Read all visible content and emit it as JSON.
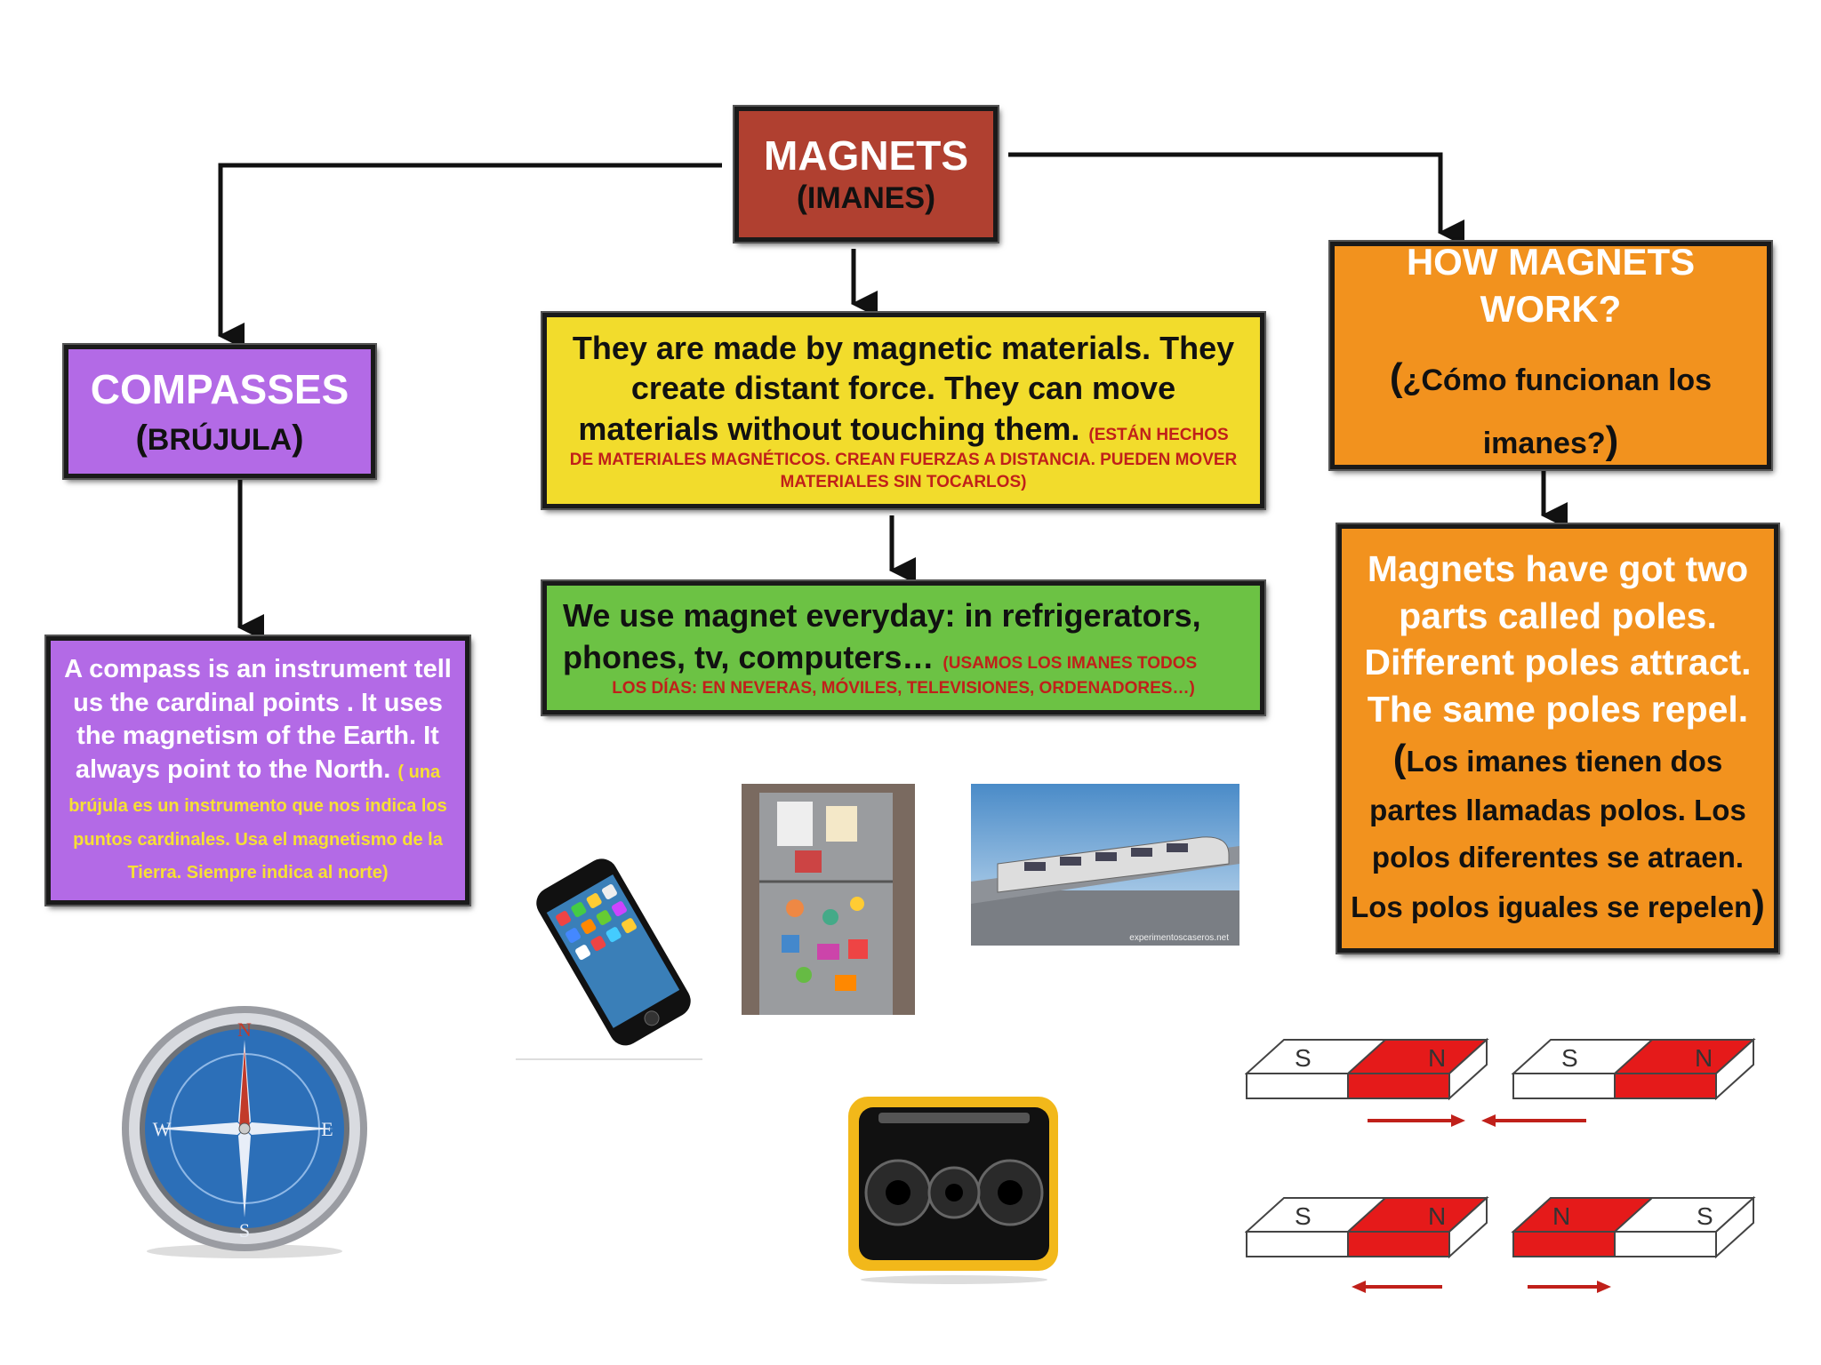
{
  "title": {
    "main": "MAGNETS",
    "sub": "IMANES"
  },
  "compasses": {
    "title": "COMPASSES",
    "sub": "BRÚJULA"
  },
  "how": {
    "title": "HOW MAGNETS WORK?",
    "sub": "¿Cómo funcionan los imanes?"
  },
  "made_of": {
    "english": "They are made by magnetic materials. They create distant force. They can move materials without touching them.",
    "spanish_a": "(ESTÁN HECHOS",
    "spanish_b": "DE MATERIALES MAGNÉTICOS. CREAN FUERZAS A DISTANCIA. PUEDEN MOVER MATERIALES SIN TOCARLOS)"
  },
  "everyday": {
    "english": "We use magnet everyday: in refrigerators, phones, tv, computers…",
    "spanish_a": "(USAMOS LOS IMANES TODOS",
    "spanish_b": "LOS DÍAS: EN NEVERAS, MÓVILES, TELEVISIONES, ORDENADORES…)"
  },
  "compass_def": {
    "english": "A compass is an instrument tell us the cardinal points . It uses the magnetism of the Earth. It always point to the North.",
    "spanish": "( una brújula es un instrumento que nos indica los puntos cardinales. Usa el magnetismo de la Tierra. Siempre indica al norte)"
  },
  "poles": {
    "english": "Magnets have got two parts called poles. Different poles attract. The same poles repel.",
    "spanish": "Los imanes tienen dos partes llamadas polos. Los polos diferentes se atraen. Los polos iguales se repelen"
  },
  "photo_watermark": "experimentoscaseros.net",
  "compass_letters": {
    "n": "N",
    "s": "S",
    "e": "E",
    "w": "W"
  },
  "magnet_labels": {
    "s": "S",
    "n": "N"
  },
  "colors": {
    "title_box": "#b04030",
    "purple_box": "#b36ae6",
    "yellow_box": "#f2dc2c",
    "green_box": "#6cc244",
    "orange_box": "#f2921e",
    "spanish_red": "#c0201a",
    "spanish_yellow": "#f7e034"
  }
}
